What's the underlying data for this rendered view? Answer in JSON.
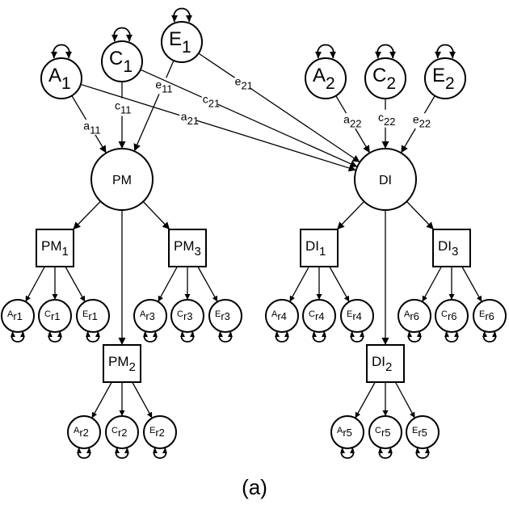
{
  "figure": {
    "caption": "(a)",
    "colors": {
      "stroke": "#000000",
      "background": "#ffffff"
    }
  },
  "nodes": [
    {
      "id": "A1",
      "kind": "latent-top",
      "base": "A",
      "sub": "1"
    },
    {
      "id": "C1",
      "kind": "latent-top",
      "base": "C",
      "sub": "1"
    },
    {
      "id": "E1",
      "kind": "latent-top",
      "base": "E",
      "sub": "1"
    },
    {
      "id": "A2",
      "kind": "latent-top",
      "base": "A",
      "sub": "2"
    },
    {
      "id": "C2",
      "kind": "latent-top",
      "base": "C",
      "sub": "2"
    },
    {
      "id": "E2",
      "kind": "latent-top",
      "base": "E",
      "sub": "2"
    },
    {
      "id": "PM",
      "kind": "factor",
      "base": "PM",
      "sub": ""
    },
    {
      "id": "DI",
      "kind": "factor",
      "base": "DI",
      "sub": ""
    },
    {
      "id": "PM1",
      "kind": "observed",
      "base": "PM",
      "sub": "1"
    },
    {
      "id": "PM2",
      "kind": "observed",
      "base": "PM",
      "sub": "2"
    },
    {
      "id": "PM3",
      "kind": "observed",
      "base": "PM",
      "sub": "3"
    },
    {
      "id": "DI1",
      "kind": "observed",
      "base": "DI",
      "sub": "1"
    },
    {
      "id": "DI2",
      "kind": "observed",
      "base": "DI",
      "sub": "2"
    },
    {
      "id": "DI3",
      "kind": "observed",
      "base": "DI",
      "sub": "3"
    },
    {
      "id": "Ar1",
      "kind": "residual",
      "base": "A",
      "sub": "r1"
    },
    {
      "id": "Cr1",
      "kind": "residual",
      "base": "C",
      "sub": "r1"
    },
    {
      "id": "Er1",
      "kind": "residual",
      "base": "E",
      "sub": "r1"
    },
    {
      "id": "Ar2",
      "kind": "residual",
      "base": "A",
      "sub": "r2"
    },
    {
      "id": "Cr2",
      "kind": "residual",
      "base": "C",
      "sub": "r2"
    },
    {
      "id": "Er2",
      "kind": "residual",
      "base": "E",
      "sub": "r2"
    },
    {
      "id": "Ar3",
      "kind": "residual",
      "base": "A",
      "sub": "r3"
    },
    {
      "id": "Cr3",
      "kind": "residual",
      "base": "C",
      "sub": "r3"
    },
    {
      "id": "Er3",
      "kind": "residual",
      "base": "E",
      "sub": "r3"
    },
    {
      "id": "Ar4",
      "kind": "residual",
      "base": "A",
      "sub": "r4"
    },
    {
      "id": "Cr4",
      "kind": "residual",
      "base": "C",
      "sub": "r4"
    },
    {
      "id": "Er4",
      "kind": "residual",
      "base": "E",
      "sub": "r4"
    },
    {
      "id": "Ar5",
      "kind": "residual",
      "base": "A",
      "sub": "r5"
    },
    {
      "id": "Cr5",
      "kind": "residual",
      "base": "C",
      "sub": "r5"
    },
    {
      "id": "Er5",
      "kind": "residual",
      "base": "E",
      "sub": "r5"
    },
    {
      "id": "Ar6",
      "kind": "residual",
      "base": "A",
      "sub": "r6"
    },
    {
      "id": "Cr6",
      "kind": "residual",
      "base": "C",
      "sub": "r6"
    },
    {
      "id": "Er6",
      "kind": "residual",
      "base": "E",
      "sub": "r6"
    }
  ],
  "edges": [
    {
      "from": "A1",
      "to": "PM",
      "label_base": "a",
      "label_sub": "11"
    },
    {
      "from": "C1",
      "to": "PM",
      "label_base": "c",
      "label_sub": "11"
    },
    {
      "from": "E1",
      "to": "PM",
      "label_base": "e",
      "label_sub": "11"
    },
    {
      "from": "A1",
      "to": "DI",
      "label_base": "a",
      "label_sub": "21"
    },
    {
      "from": "C1",
      "to": "DI",
      "label_base": "c",
      "label_sub": "21"
    },
    {
      "from": "E1",
      "to": "DI",
      "label_base": "e",
      "label_sub": "21"
    },
    {
      "from": "A2",
      "to": "DI",
      "label_base": "a",
      "label_sub": "22"
    },
    {
      "from": "C2",
      "to": "DI",
      "label_base": "c",
      "label_sub": "22"
    },
    {
      "from": "E2",
      "to": "DI",
      "label_base": "e",
      "label_sub": "22"
    },
    {
      "from": "PM",
      "to": "PM1"
    },
    {
      "from": "PM",
      "to": "PM2"
    },
    {
      "from": "PM",
      "to": "PM3"
    },
    {
      "from": "DI",
      "to": "DI1"
    },
    {
      "from": "DI",
      "to": "DI2"
    },
    {
      "from": "DI",
      "to": "DI3"
    },
    {
      "from": "PM1",
      "to": "Ar1"
    },
    {
      "from": "PM1",
      "to": "Cr1"
    },
    {
      "from": "PM1",
      "to": "Er1"
    },
    {
      "from": "PM2",
      "to": "Ar2"
    },
    {
      "from": "PM2",
      "to": "Cr2"
    },
    {
      "from": "PM2",
      "to": "Er2"
    },
    {
      "from": "PM3",
      "to": "Ar3"
    },
    {
      "from": "PM3",
      "to": "Cr3"
    },
    {
      "from": "PM3",
      "to": "Er3"
    },
    {
      "from": "DI1",
      "to": "Ar4"
    },
    {
      "from": "DI1",
      "to": "Cr4"
    },
    {
      "from": "DI1",
      "to": "Er4"
    },
    {
      "from": "DI2",
      "to": "Ar5"
    },
    {
      "from": "DI2",
      "to": "Cr5"
    },
    {
      "from": "DI2",
      "to": "Er5"
    },
    {
      "from": "DI3",
      "to": "Ar6"
    },
    {
      "from": "DI3",
      "to": "Cr6"
    },
    {
      "from": "DI3",
      "to": "Er6"
    }
  ]
}
